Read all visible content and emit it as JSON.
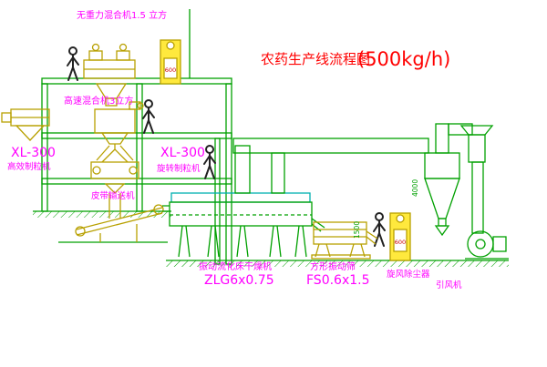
{
  "title": {
    "text": "农药生产线流程图",
    "capacity": "(500kg/h)"
  },
  "equipment_labels": {
    "gravity_mixer": "无重力混合机1.5 立方",
    "high_speed_mixer": "高速混合机3立方",
    "granulator_left_model": "XL-300",
    "granulator_left_name": "高效制粒机",
    "granulator_mid_model": "XL-300",
    "granulator_mid_name": "旋转制粒机",
    "belt_conveyor": "皮带输送机",
    "fluid_bed_dryer": "振动流化床干燥机",
    "fluid_bed_dryer_model": "ZLG6x0.75",
    "square_sieve": "方形振动筛",
    "square_sieve_model": "FS0.6x1.5",
    "cyclone": "旋风除尘器",
    "draft_fan": "引风机"
  },
  "dimensions": {
    "elevator_top": "600",
    "elevator_right": "600",
    "cyclone_height": "4000",
    "sieve_height": "1500"
  },
  "colors": {
    "structure_green": "#00a000",
    "equipment_yellow": "#b8a000",
    "elevator_fill": "#ffe93d",
    "label_magenta": "#ff00ff",
    "title_red": "#ff0000",
    "dimension_red": "#cc0000",
    "duct_cyan": "#00b0b0"
  }
}
